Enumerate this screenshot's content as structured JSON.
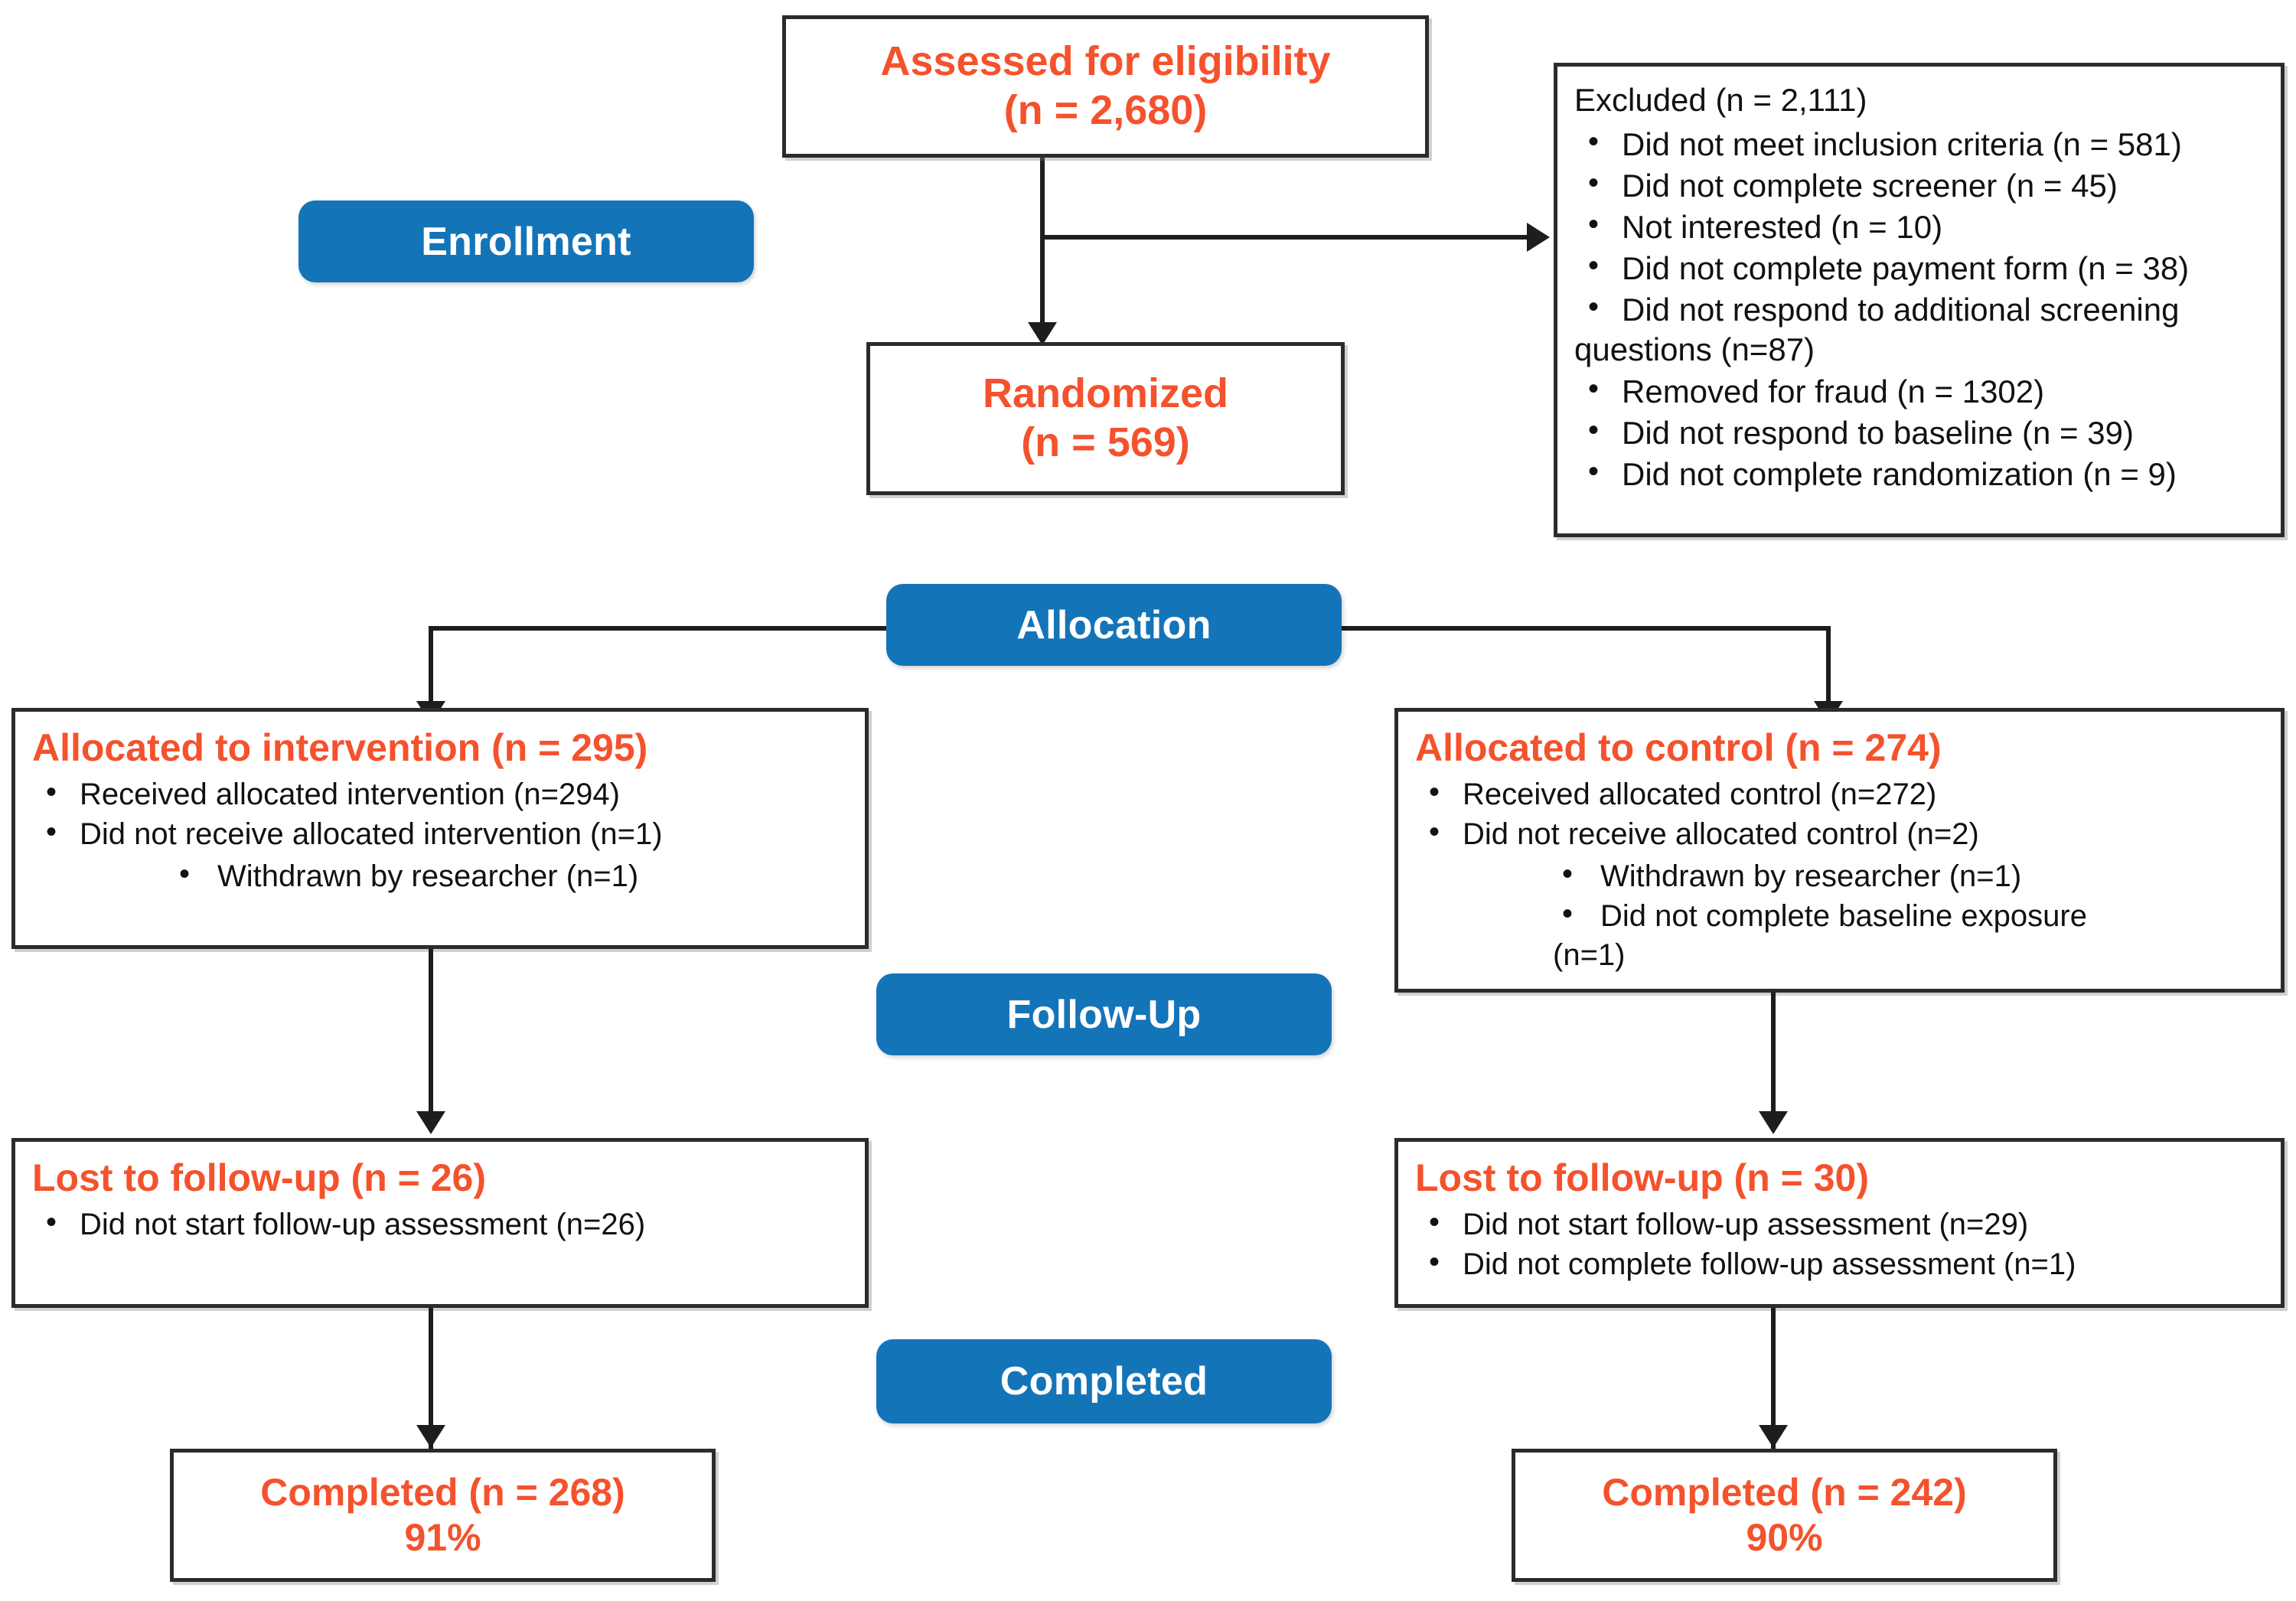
{
  "diagram": {
    "title": "CONSORT participant flow diagram",
    "accent_orange": "#F4522D",
    "banner_blue": "#1474B8",
    "line_color": "#1D1D1D"
  },
  "stages": {
    "enrollment": "Enrollment",
    "allocation": "Allocation",
    "follow_up": "Follow-Up",
    "completed": "Completed"
  },
  "eligibility": {
    "title": "Assessed for eligibility",
    "count": "(n = 2,680)"
  },
  "randomized": {
    "title": "Randomized",
    "count": "(n = 569)"
  },
  "excluded": {
    "title": "Excluded  (n = 2,111)",
    "reasons": [
      "Did not meet inclusion criteria (n = 581)",
      "Did not complete screener (n = 45)",
      "Not interested (n = 10)",
      "Did not complete payment form (n = 38)",
      "Did not respond to additional screening",
      "questions (n=87)",
      "Removed for fraud (n = 1302)",
      "Did not respond to baseline (n = 39)",
      "Did not complete randomization (n = 9)"
    ]
  },
  "intervention_arm": {
    "allocation": {
      "title": "Allocated to intervention (n = 295)",
      "items": [
        "Received allocated intervention (n=294)",
        "Did not receive allocated intervention (n=1)"
      ],
      "subitems": [
        "Withdrawn by researcher (n=1)"
      ]
    },
    "lost": {
      "title": "Lost to follow-up (n = 26)",
      "items": [
        "Did not start follow-up assessment (n=26)"
      ]
    },
    "completed": {
      "title": "Completed (n = 268)",
      "percent": "91%"
    }
  },
  "control_arm": {
    "allocation": {
      "title": "Allocated to control (n = 274)",
      "items": [
        "Received allocated control (n=272)",
        "Did not receive allocated control (n=2)"
      ],
      "subitems": [
        "Withdrawn by researcher (n=1)",
        "Did not complete baseline exposure",
        "(n=1)"
      ]
    },
    "lost": {
      "title": "Lost to follow-up (n = 30)",
      "items": [
        "Did not start follow-up assessment (n=29)",
        "Did not complete follow-up assessment (n=1)"
      ]
    },
    "completed": {
      "title": "Completed  (n = 242)",
      "percent": "90%"
    }
  }
}
